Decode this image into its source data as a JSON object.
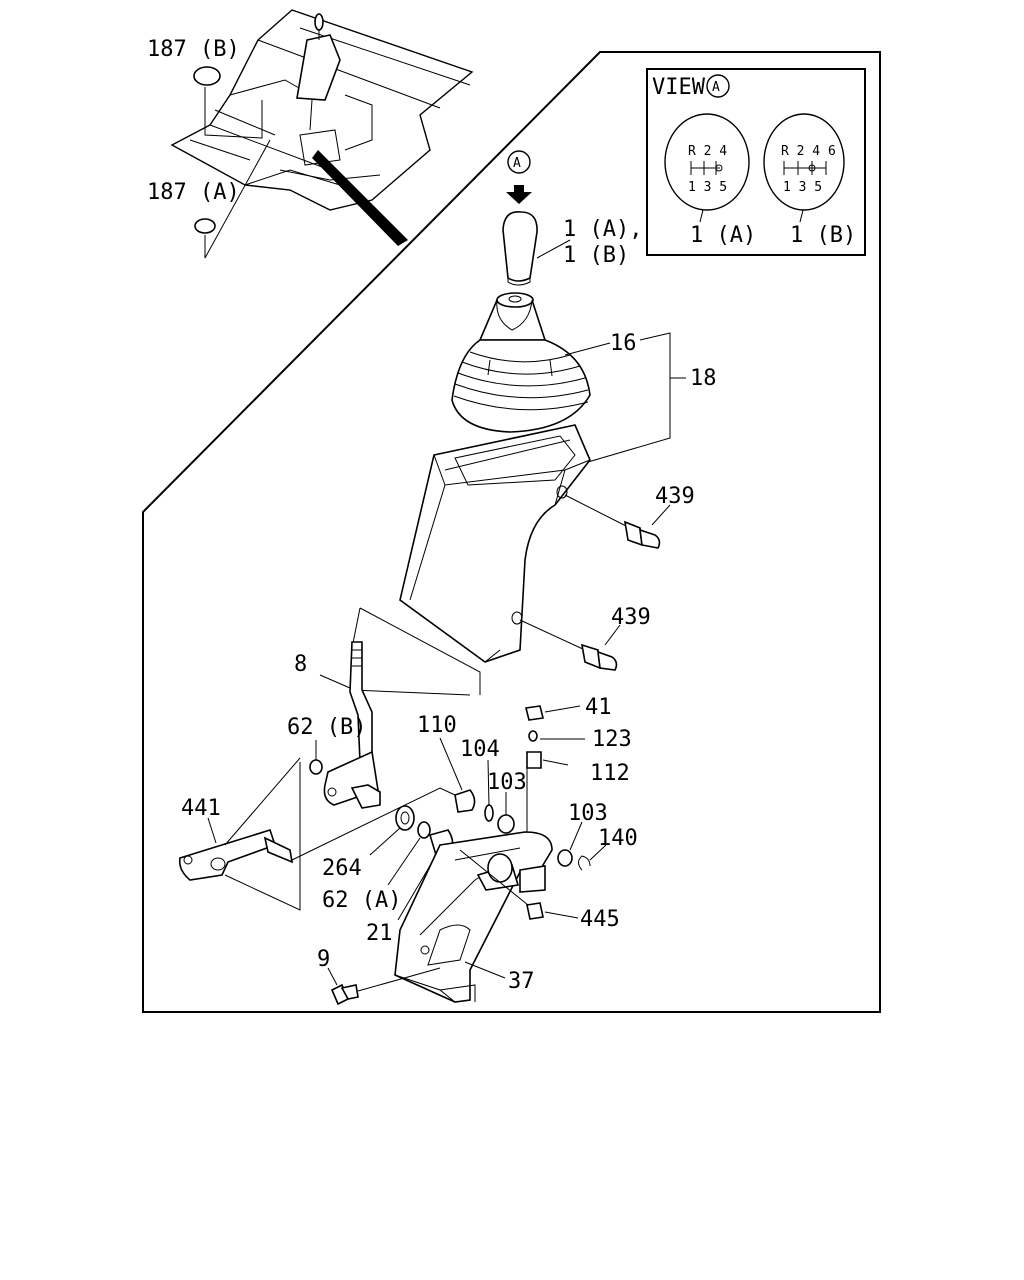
{
  "view_box": {
    "title": "VIEW",
    "circle_letter": "A",
    "knob_a": {
      "top": "R 2 4",
      "bottom": "1 3 5",
      "label": "1 (A)"
    },
    "knob_b": {
      "top": "R 2 4 6",
      "bottom": "1 3 5",
      "label": "1 (B)"
    }
  },
  "arrow_marker": "A",
  "labels": {
    "p187b": "187 (B)",
    "p187a": "187 (A)",
    "p1_line1": "1 (A),",
    "p1_line2": "1 (B)",
    "p16": "16",
    "p18": "18",
    "p439_top": "439",
    "p439_bottom": "439",
    "p8": "8",
    "p62b": "62 (B)",
    "p110": "110",
    "p104": "104",
    "p103_left": "103",
    "p41": "41",
    "p123": "123",
    "p112": "112",
    "p103_right": "103",
    "p140": "140",
    "p441": "441",
    "p264": "264",
    "p62a": "62 (A)",
    "p21": "21",
    "p445": "445",
    "p9": "9",
    "p37": "37"
  }
}
